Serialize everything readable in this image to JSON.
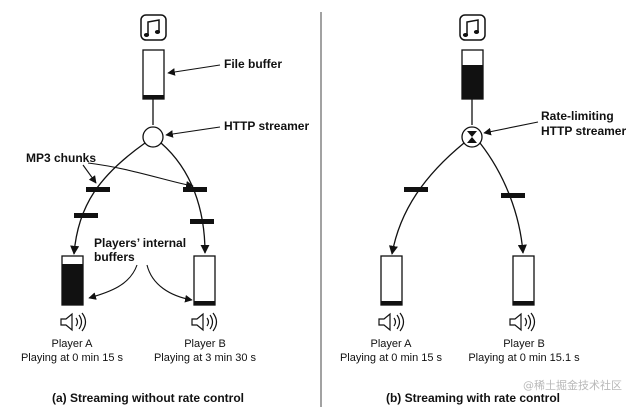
{
  "left_panel": {
    "callouts": {
      "file_buffer": "File buffer",
      "http_streamer": "HTTP streamer",
      "mp3_chunks": "MP3 chunks",
      "internal_buffers_line1": "Players’ internal",
      "internal_buffers_line2": "buffers"
    },
    "player_a": {
      "name": "Player A",
      "status": "Playing at 0 min 15 s",
      "buffer_fill": 0.85
    },
    "player_b": {
      "name": "Player B",
      "status": "Playing at 3 min 30 s",
      "buffer_fill": 0.08
    },
    "file_buffer_fill": 0.08,
    "caption": "(a) Streaming without rate control"
  },
  "right_panel": {
    "callouts": {
      "rate_limiting_line1": "Rate-limiting",
      "rate_limiting_line2": "HTTP streamer"
    },
    "player_a": {
      "name": "Player A",
      "status": "Playing at 0 min 15 s",
      "buffer_fill": 0.08
    },
    "player_b": {
      "name": "Player B",
      "status": "Playing at 0 min 15.1 s",
      "buffer_fill": 0.08
    },
    "file_buffer_fill": 0.7,
    "caption": "(b) Streaming with rate control"
  },
  "watermark": "@稀土掘金技术社区",
  "icons": {
    "music": "music-note-icon",
    "speaker": "speaker-icon",
    "streamer": "circle-node-icon",
    "rate_limiter": "hourglass-icon"
  }
}
